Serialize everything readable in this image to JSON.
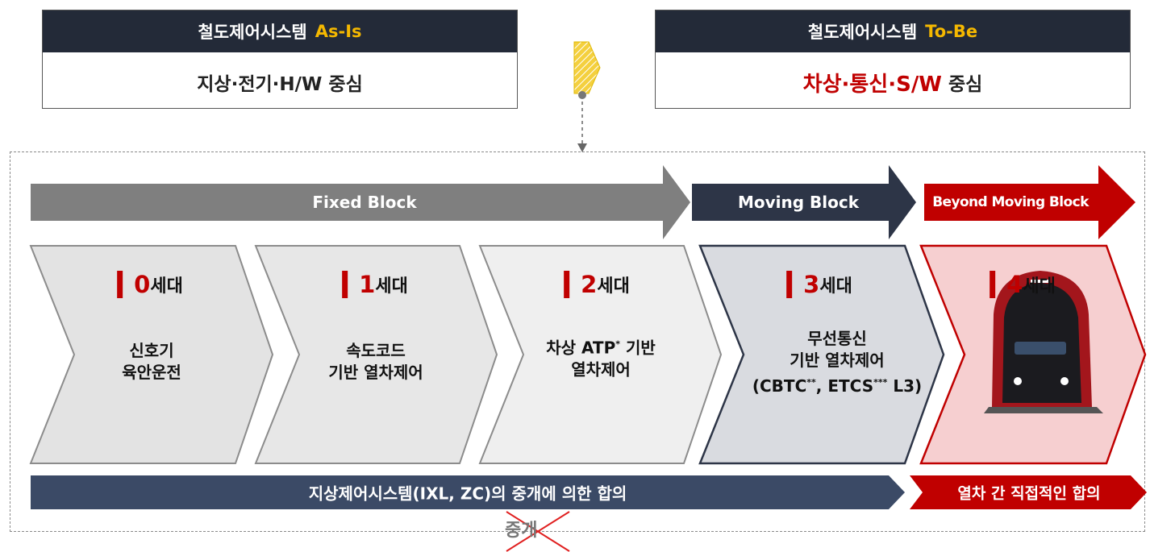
{
  "as_is": {
    "title": "철도제어시스템",
    "tag": "As-Is",
    "subtitle": "지상·전기·H/W 중심"
  },
  "to_be": {
    "title": "철도제어시스템",
    "tag": "To-Be",
    "subtitle_highlight": "차상·통신·S/W",
    "subtitle_rest": "중심"
  },
  "blocks": {
    "fixed": "Fixed Block",
    "moving": "Moving Block",
    "beyond": "Beyond Moving Block"
  },
  "generations": [
    {
      "num": "0",
      "word": "세대",
      "lines": [
        "신호기",
        "육안운전"
      ]
    },
    {
      "num": "1",
      "word": "세대",
      "lines": [
        "속도코드",
        "기반 열차제어"
      ]
    },
    {
      "num": "2",
      "word": "세대",
      "lines": [
        "차상 ATP* 기반",
        "열차제어"
      ]
    },
    {
      "num": "3",
      "word": "세대",
      "lines": [
        "무선통신",
        "기반 열차제어",
        "(CBTC**, ETCS*** L3)"
      ]
    },
    {
      "num": "4",
      "word": "세대",
      "lines": []
    }
  ],
  "bottom": {
    "ground": "지상제어시스템(IXL, ZC)의 중개에 의한 합의",
    "direct": "열차 간 직접적인 합의"
  },
  "crossed_out": "중개",
  "colors": {
    "dark_navy": "#232a38",
    "accent_gold": "#f5b800",
    "red": "#c00000",
    "gray": "#7f7f7f",
    "blue_gray": "#3b4a66"
  }
}
